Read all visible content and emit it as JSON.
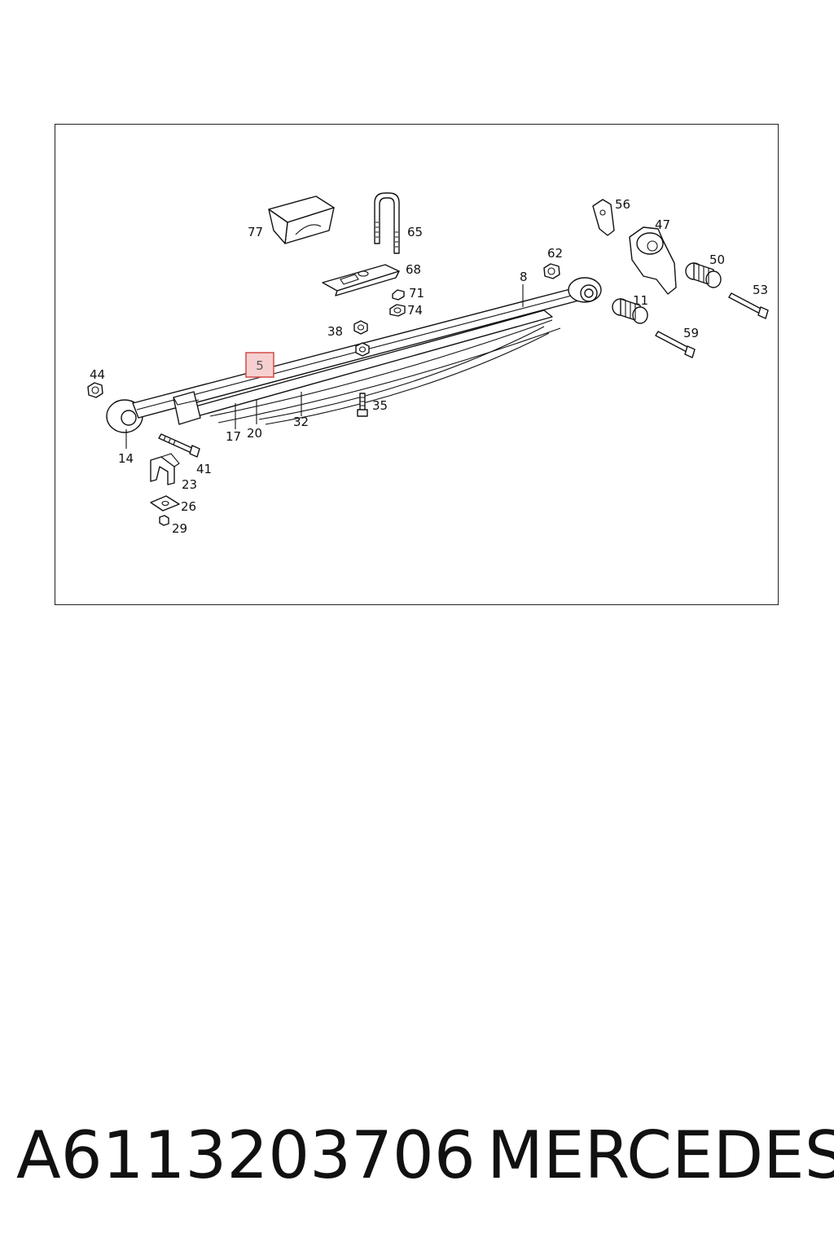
{
  "diagram": {
    "highlighted_callout": "5",
    "callouts": [
      {
        "id": "77",
        "text": "77"
      },
      {
        "id": "65",
        "text": "65"
      },
      {
        "id": "56",
        "text": "56"
      },
      {
        "id": "47",
        "text": "47"
      },
      {
        "id": "62",
        "text": "62"
      },
      {
        "id": "50",
        "text": "50"
      },
      {
        "id": "68",
        "text": "68"
      },
      {
        "id": "53",
        "text": "53"
      },
      {
        "id": "8",
        "text": "8"
      },
      {
        "id": "71",
        "text": "71"
      },
      {
        "id": "74",
        "text": "74"
      },
      {
        "id": "11",
        "text": "11"
      },
      {
        "id": "38",
        "text": "38"
      },
      {
        "id": "59",
        "text": "59"
      },
      {
        "id": "44",
        "text": "44"
      },
      {
        "id": "35",
        "text": "35"
      },
      {
        "id": "32",
        "text": "32"
      },
      {
        "id": "17",
        "text": "17"
      },
      {
        "id": "20",
        "text": "20"
      },
      {
        "id": "14",
        "text": "14"
      },
      {
        "id": "41",
        "text": "41"
      },
      {
        "id": "23",
        "text": "23"
      },
      {
        "id": "26",
        "text": "26"
      },
      {
        "id": "29",
        "text": "29"
      }
    ]
  },
  "caption": {
    "part_number": "A6113203706",
    "brand": "MERCEDES"
  }
}
